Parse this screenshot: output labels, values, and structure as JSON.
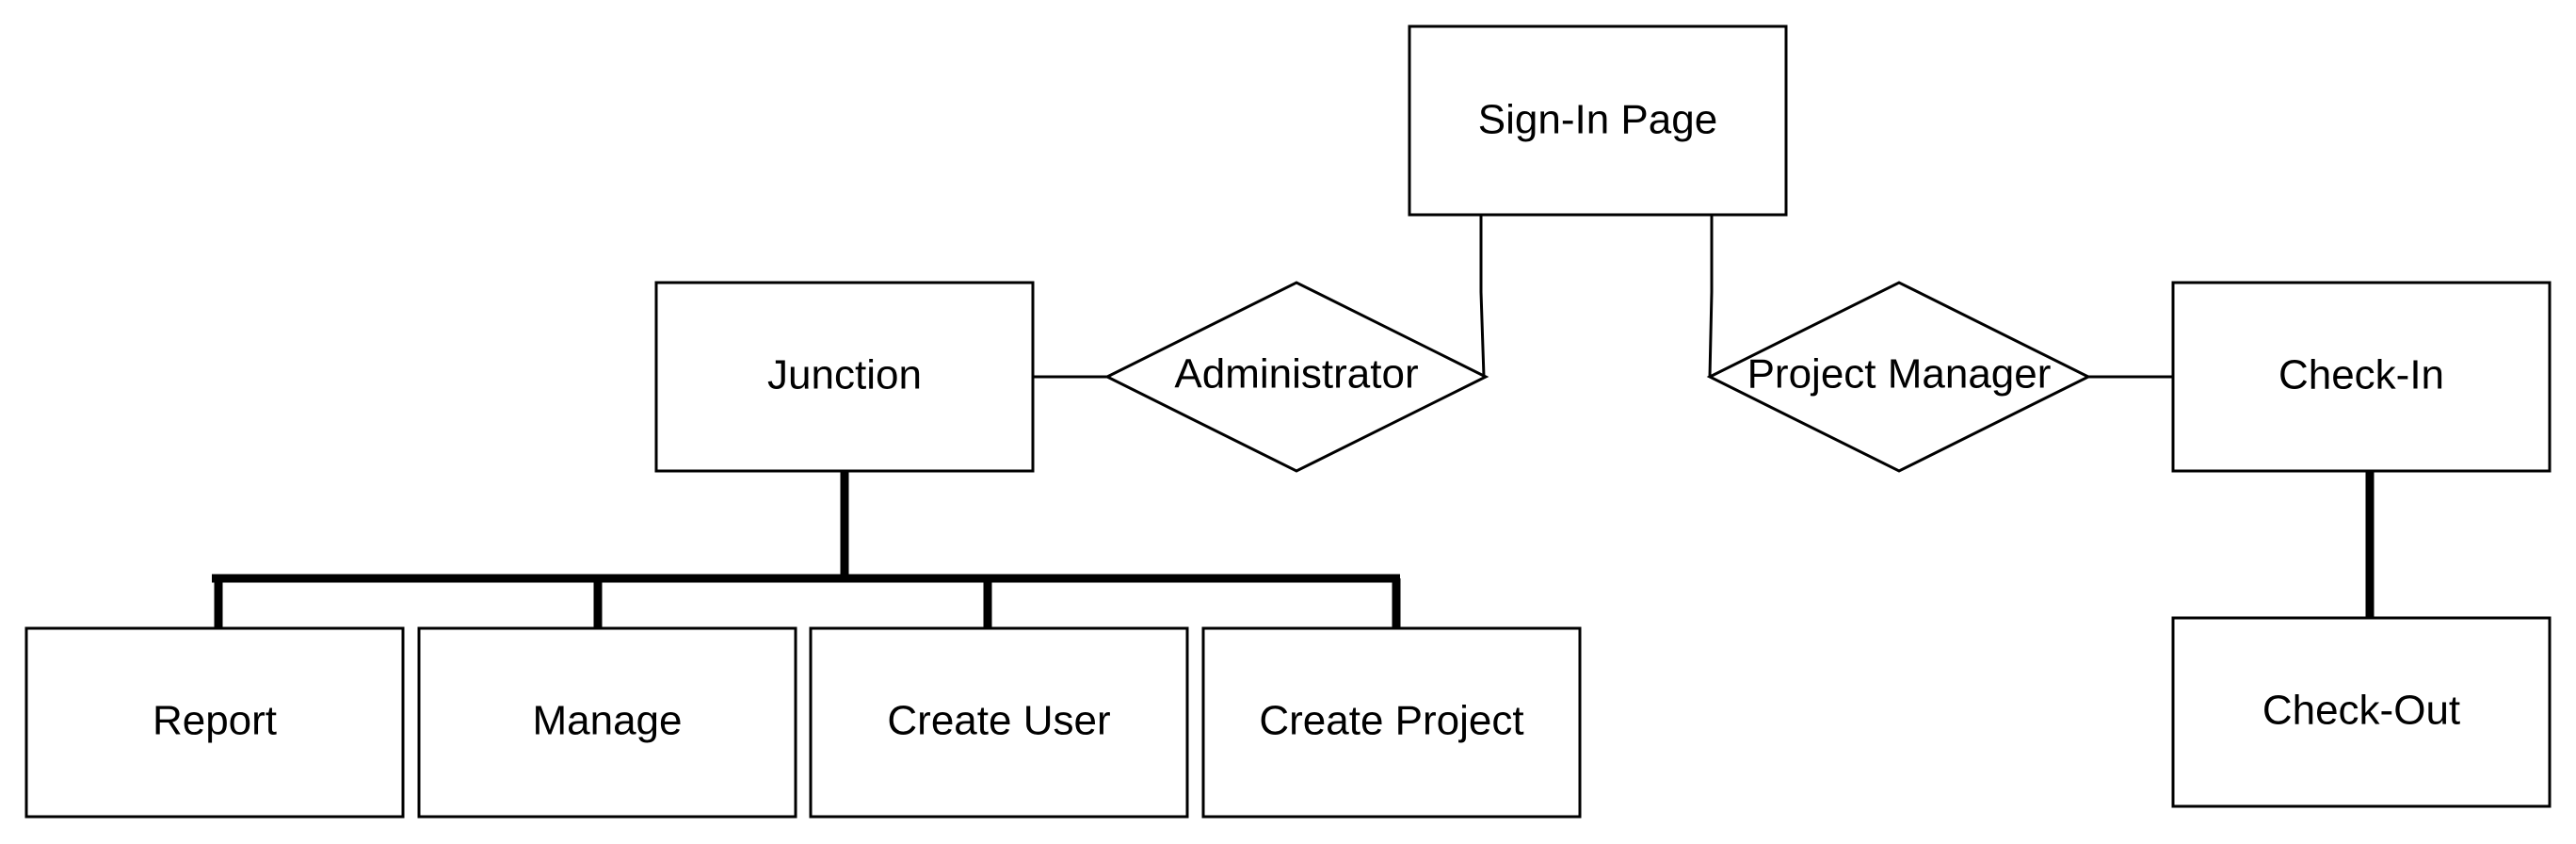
{
  "nodes": {
    "signin": "Sign-In Page",
    "junction": "Junction",
    "administrator": "Administrator",
    "project_manager": "Project Manager",
    "checkin": "Check-In",
    "report": "Report",
    "manage": "Manage",
    "create_user": "Create User",
    "create_project": "Create Project",
    "checkout": "Check-Out"
  },
  "colors": {
    "stroke": "#000000",
    "fill": "#ffffff"
  }
}
